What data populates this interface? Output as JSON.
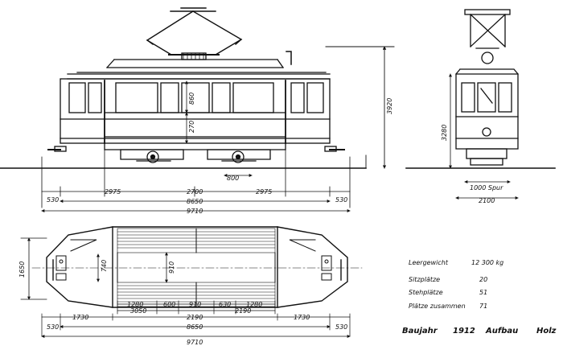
{
  "side": {
    "height_total": "3920",
    "height_inner": "860",
    "height_floor": "270",
    "bogie": "800",
    "segments": [
      "530",
      "2975",
      "2700",
      "2975",
      "530"
    ],
    "length_body": "8650",
    "length_total": "9710"
  },
  "end": {
    "height": "3280",
    "gauge": "1000 Spur",
    "width": "2100"
  },
  "plan": {
    "width_total": "1650",
    "aisle": "740",
    "bench_depth": "910",
    "bench_segments": [
      "1280",
      "600",
      "910",
      "630",
      "1280"
    ],
    "seat_span": "3050",
    "center_span": "2190",
    "right_span": "2190",
    "platform_left": "1730",
    "platform_right": "1730",
    "end_left": "530",
    "end_right": "530",
    "length_body": "8650",
    "length_total": "9710"
  },
  "specs": {
    "rows": [
      {
        "label": "Leergewicht",
        "value": "12 300 kg"
      },
      {
        "label": "Sitzplätze",
        "value": "20"
      },
      {
        "label": "Stehplätze",
        "value": "51"
      },
      {
        "label": "Plätze zusammen",
        "value": "71"
      }
    ],
    "footer": {
      "year_label": "Baujahr",
      "year": "1912",
      "build_label": "Aufbau",
      "build": "Holz"
    }
  }
}
